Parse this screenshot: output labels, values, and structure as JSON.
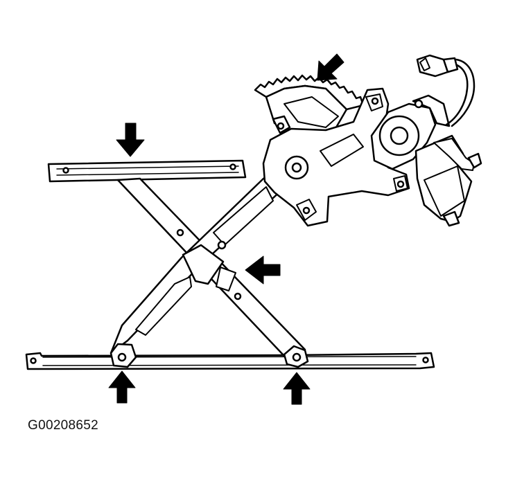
{
  "figure": {
    "caption": "G00208652",
    "subject": "window-regulator-with-motor",
    "stroke_color": "#000000",
    "fill_color": "#ffffff",
    "callout_arrows": [
      {
        "name": "top-rail-arrow",
        "direction": "down"
      },
      {
        "name": "gear-sector-arrow",
        "direction": "down-left"
      },
      {
        "name": "pivot-arrow",
        "direction": "left"
      },
      {
        "name": "bottom-left-arrow",
        "direction": "up"
      },
      {
        "name": "bottom-right-arrow",
        "direction": "up"
      }
    ]
  }
}
